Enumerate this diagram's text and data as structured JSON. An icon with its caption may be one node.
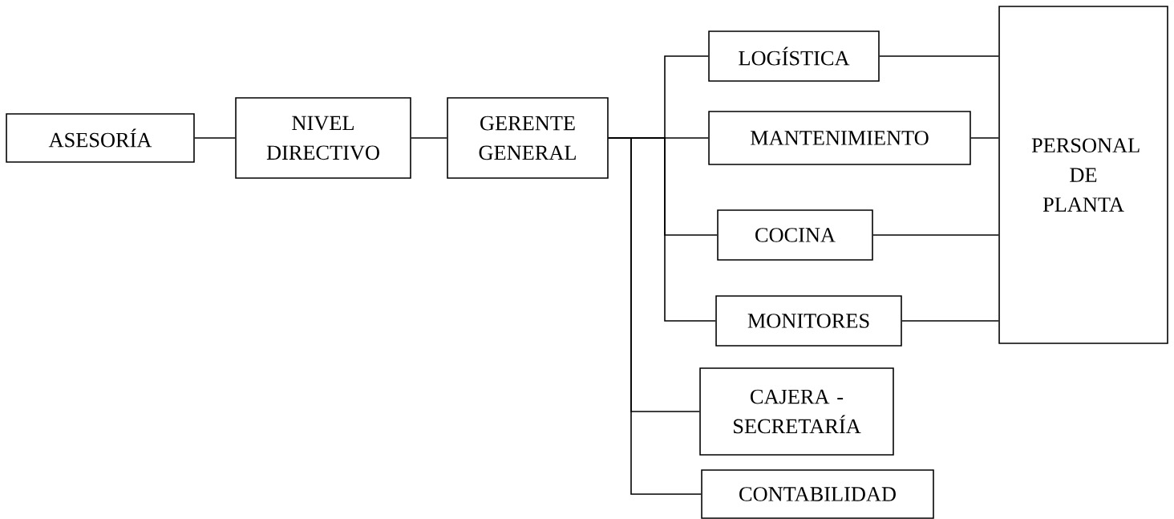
{
  "diagram": {
    "nodes": [
      {
        "text": [
          "ASESORÍA"
        ]
      },
      {
        "text": [
          "NIVEL DIRECTIVO"
        ]
      },
      {
        "text": [
          "GERENTE GENERAL"
        ]
      },
      {
        "text": [
          "LOGÍSTICA"
        ]
      },
      {
        "text": [
          "MANTENIMIENTO"
        ]
      },
      {
        "text": [
          "COCINA"
        ]
      },
      {
        "text": [
          "MONITORES"
        ]
      },
      {
        "text": [
          "PERSONAL DE PLANTA"
        ]
      },
      {
        "text": [
          "CAJERA - SECRETARÍA"
        ]
      },
      {
        "text": [
          "CONTABILIDAD"
        ]
      }
    ],
    "edges": [
      {
        "from": 0,
        "to": 1,
        "arrow": "none"
      },
      {
        "from": 1,
        "to": 2,
        "arrow": "none"
      },
      {
        "from": 2,
        "to": 3,
        "arrow": "none"
      },
      {
        "from": 2,
        "to": 4,
        "arrow": "none"
      },
      {
        "from": 2,
        "to": 5,
        "arrow": "none"
      },
      {
        "from": 2,
        "to": 6,
        "arrow": "none"
      },
      {
        "from": 2,
        "to": 8,
        "arrow": "none"
      },
      {
        "from": 2,
        "to": 9,
        "arrow": "none"
      },
      {
        "from": 3,
        "to": 7,
        "arrow": "none"
      },
      {
        "from": 4,
        "to": 7,
        "arrow": "none"
      },
      {
        "from": 5,
        "to": 7,
        "arrow": "none"
      },
      {
        "from": 6,
        "to": 7,
        "arrow": "none"
      }
    ]
  }
}
